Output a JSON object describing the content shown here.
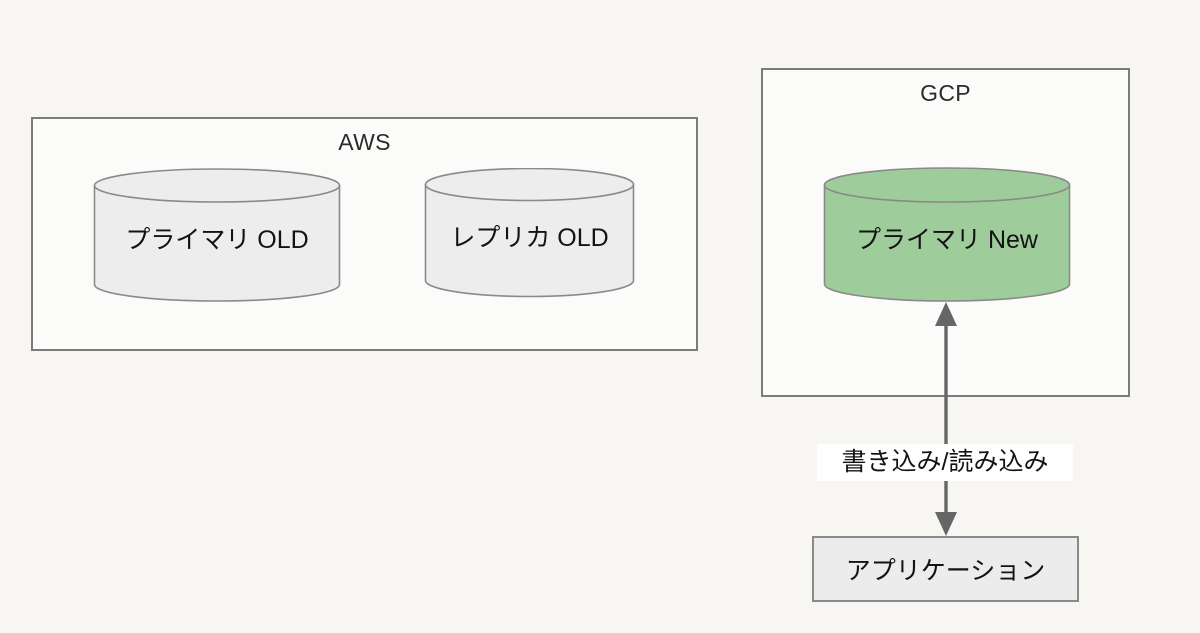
{
  "diagram": {
    "background_color": "#f7f6f2",
    "groups": [
      {
        "id": "aws",
        "title": "AWS",
        "fill": "#fbfbfa",
        "stroke": "#7b7b7b"
      },
      {
        "id": "gcp",
        "title": "GCP",
        "fill": "#fbfbfa",
        "stroke": "#7b7b7b"
      }
    ],
    "databases": [
      {
        "id": "primary-old",
        "label": "プライマリ OLD",
        "group": "aws",
        "fill": "#ededed",
        "stroke": "#8a8a8a"
      },
      {
        "id": "replica-old",
        "label": "レプリカ OLD",
        "group": "aws",
        "fill": "#ededed",
        "stroke": "#8a8a8a"
      },
      {
        "id": "primary-new",
        "label": "プライマリ New",
        "group": "gcp",
        "fill": "#9fcc9b",
        "stroke": "#8a8a8a"
      }
    ],
    "nodes": [
      {
        "id": "application",
        "label": "アプリケーション",
        "fill": "#ececec",
        "stroke": "#8a8a8a"
      }
    ],
    "connectors": [
      {
        "id": "app-to-primary-new",
        "label": "書き込み/読み込み",
        "from": "application",
        "to": "primary-new",
        "direction": "bidirectional",
        "stroke": "#666666",
        "label_background": "#ffffff"
      }
    ]
  }
}
